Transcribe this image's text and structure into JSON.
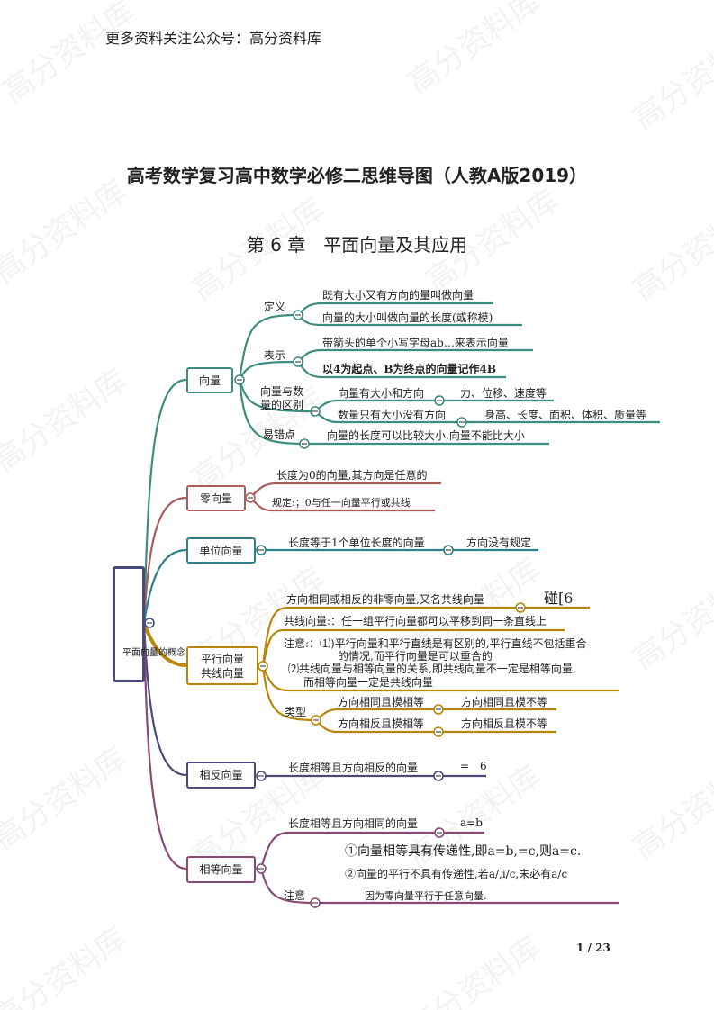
{
  "header": {
    "promo": "更多资料关注公众号：高分资料库"
  },
  "doc_title": "高考数学复习高中数学必修二思维导图（人教A版2019）",
  "chapter_title": "第 6 章　平面向量及其应用",
  "watermark": "高分资料库",
  "mindmap": {
    "root": "平面向量的概念",
    "colors": {
      "vector": "#3d8c80",
      "zero": "#a85c5c",
      "unit": "#2f7f8c",
      "parallel": "#b8860b",
      "opposite": "#4a4a7a",
      "equal": "#8a4a78",
      "root": "#4a4a7a"
    },
    "vector": {
      "label": "向量",
      "def": {
        "label": "定义",
        "items": [
          "既有大小又有方向的量叫做向量",
          "向量的大小叫做向量的长度(或称模)"
        ]
      },
      "repr": {
        "label": "表示",
        "items": [
          "带箭头的单个小写字母ab…来表示向量",
          "以4为起点、B为终点的向量记作4B"
        ]
      },
      "diff": {
        "label_1": "向量与数",
        "label_2": "量的区别",
        "items": [
          "向量有大小和方向",
          "数量只有大小没有方向"
        ],
        "examples": [
          "力、位移、速度等",
          "身高、长度、面积、体积、质量等"
        ]
      },
      "pitfall": {
        "label": "易错点",
        "text": "向量的长度可以比较大小,向量不能比大小"
      }
    },
    "zero": {
      "label": "零向量",
      "items": [
        "长度为0的向量,其方向是任意的",
        "规定:；0与任一向量平行或共线"
      ]
    },
    "unit": {
      "label": "单位向量",
      "item": "长度等于1个单位长度的向量",
      "note": "方向没有规定"
    },
    "parallel": {
      "label_1": "平行向量",
      "label_2": "共线向量",
      "def": "方向相同或相反的非零向量,又名共线向量",
      "def_note": "碰[6",
      "collinear": "共线向量:：任一组平行向量都可以平移到同一条直线上",
      "note_lines": [
        "注意:：⑴)平行向量和平行直线是有区别的,平行直线不包括重合",
        "的情况,而平行向量是可以重合的",
        "⑵共线向量与相等向量的关系,即共线向量不一定是相等向量,",
        "而相等向量一定是共线向量"
      ],
      "type_label": "类型",
      "types": [
        "方向相同且模相等",
        "方向相反且模相等"
      ],
      "type_results": [
        "方向相同且模不等",
        "方向相反且模不等"
      ]
    },
    "opposite": {
      "label": "相反向量",
      "item": "长度相等且方向相反的向量",
      "note": "=　6"
    },
    "equal": {
      "label": "相等向量",
      "item": "长度相等且方向相同的向量",
      "note": "a=b",
      "note_label": "注意",
      "notes": [
        "①向量相等具有传递性,即a=b,=c,则a=c.",
        "②向量的平行不具有传递性,若a/,i/c,未必有a/c",
        "因为零向量平行于任意向量."
      ]
    }
  },
  "footer": {
    "page": "1 / 23"
  }
}
